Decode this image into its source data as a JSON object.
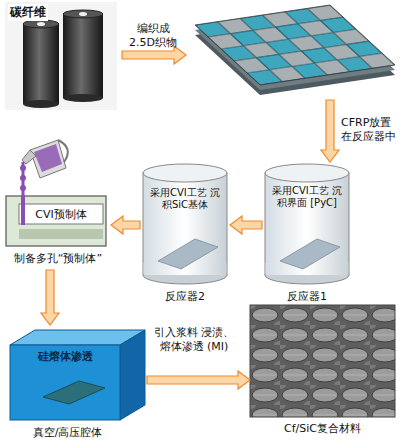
{
  "diagram": {
    "nodes": [
      {
        "text": [
          "碳纤维"
        ]
      },
      {
        "text": [
          "采用CVI工艺 沉积界面 [PyC]",
          "反应器1"
        ]
      },
      {
        "text": [
          "采用CVI工艺 沉积SiC基体",
          "反应器2"
        ]
      },
      {
        "text": [
          "CVI预制体",
          "制备多孔“预制体”"
        ]
      },
      {
        "text": [
          "硅熔体渗透",
          "真空/高压腔体"
        ]
      },
      {
        "text": [
          "Cf/SiC复合材料"
        ]
      }
    ],
    "edges": [
      {
        "from": 1,
        "to": 2,
        "arrow": "to"
      },
      {
        "from": 2,
        "to": 3,
        "arrow": "to"
      },
      {
        "from": 3,
        "to": 4,
        "arrow": "to"
      },
      {
        "from": 4,
        "to": 5,
        "arrow": "to",
        "label": "引入浆料 浸渍、 熔体渗透 (MI)"
      }
    ],
    "labels": [
      "编织成 2.5D织物",
      "CFRP放置 在反应器中"
    ]
  }
}
